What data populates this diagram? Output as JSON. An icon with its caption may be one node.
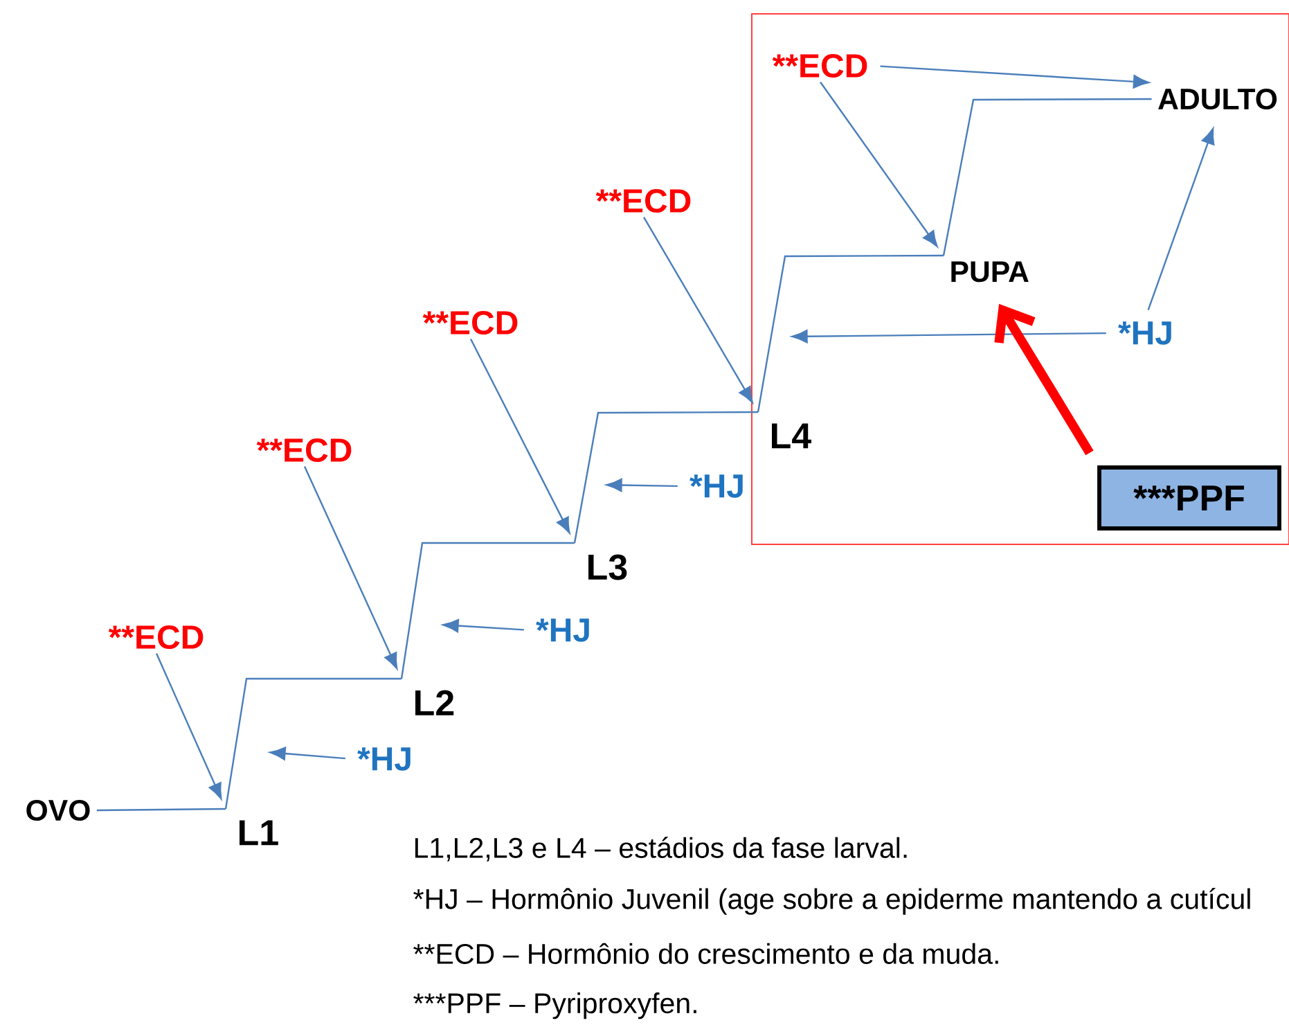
{
  "diagram": {
    "nodes": [
      {
        "text": [
          "OVO"
        ]
      },
      {
        "text": [
          "**ECD"
        ]
      },
      {
        "text": [
          "*HJ"
        ]
      },
      {
        "text": [
          "L1"
        ]
      },
      {
        "text": [
          "**ECD"
        ]
      },
      {
        "text": [
          "*HJ"
        ]
      },
      {
        "text": [
          "L2"
        ]
      },
      {
        "text": [
          "**ECD"
        ]
      },
      {
        "text": [
          "*HJ"
        ]
      },
      {
        "text": [
          "L3"
        ]
      },
      {
        "text": [
          "**ECD"
        ]
      },
      {
        "text": [],
        "shape": "box"
      },
      {
        "text": [
          "L4"
        ],
        "in": 11
      },
      {
        "text": [
          "**ECD"
        ],
        "in": 11
      },
      {
        "text": [
          "ADULTO"
        ],
        "in": 11
      },
      {
        "text": [
          "PUPA"
        ],
        "in": 11
      },
      {
        "text": [
          "*HJ"
        ],
        "in": 11
      },
      {
        "text": [
          "***PPF"
        ],
        "in": 11
      }
    ],
    "edges": [
      {
        "from": 0,
        "to": 3,
        "arrow": "none"
      },
      {
        "from": 3,
        "to": 6,
        "arrow": "none"
      },
      {
        "from": 6,
        "to": 9,
        "arrow": "none"
      },
      {
        "from": 9,
        "to": 12,
        "arrow": "none"
      },
      {
        "from": 12,
        "to": 15,
        "arrow": "none"
      },
      {
        "from": 15,
        "to": 14,
        "arrow": "none"
      },
      {
        "from": 1,
        "to": 3,
        "arrow": "to"
      },
      {
        "from": 4,
        "to": 6,
        "arrow": "to"
      },
      {
        "from": 7,
        "to": 9,
        "arrow": "to"
      },
      {
        "from": 10,
        "to": 12,
        "arrow": "to"
      },
      {
        "from": 13,
        "to": 15,
        "arrow": "to"
      },
      {
        "from": 13,
        "to": 14,
        "arrow": "to"
      },
      {
        "from": 2,
        "to": null,
        "arrow": "to"
      },
      {
        "from": 5,
        "to": null,
        "arrow": "to"
      },
      {
        "from": 8,
        "to": null,
        "arrow": "to"
      },
      {
        "from": 16,
        "to": null,
        "arrow": "to"
      },
      {
        "from": 16,
        "to": 14,
        "arrow": "to"
      },
      {
        "from": 17,
        "to": 15,
        "arrow": "to",
        "style": "thick",
        "color": "#ff0000"
      }
    ],
    "labels": [
      "L1,L2,L3 e L4 – estádios da fase larval.",
      "*HJ – Hormônio Juvenil (age sobre a epiderme mantendo a cutícul",
      "**ECD – Hormônio do crescimento e da muda.",
      "***PPF – Pyriproxyfen."
    ]
  }
}
